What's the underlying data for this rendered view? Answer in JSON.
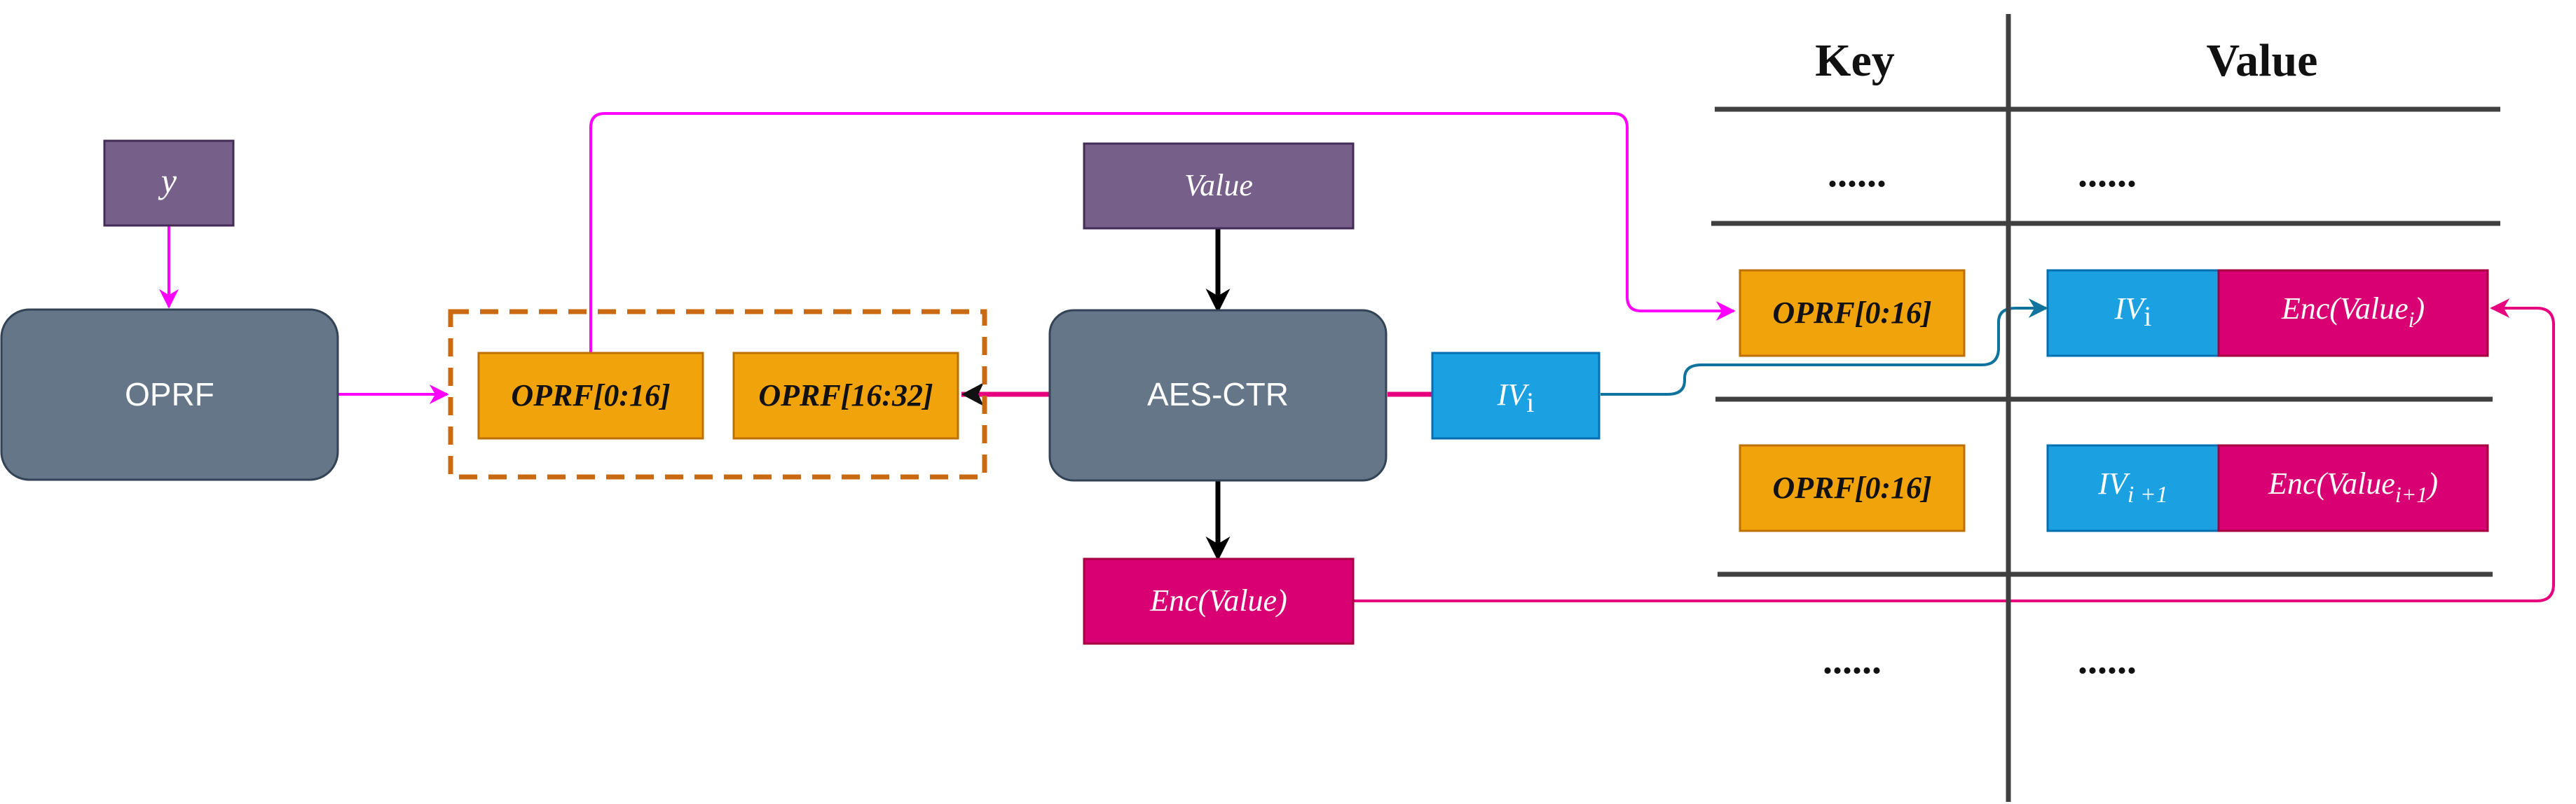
{
  "colors": {
    "purple_box": "#76608a",
    "slate_box": "#647687",
    "orange_box": "#f0a30a",
    "orange_border": "#bd7000",
    "blue_box": "#1ba1e2",
    "blue_line": "#10739e",
    "magenta_box": "#d80073",
    "magenta_line": "#ff00ff",
    "table_line": "#404040",
    "dashed_group": "#c96a13"
  },
  "nodes": {
    "y_input": "y",
    "oprf": "OPRF",
    "oprf_low": "OPRF[0:16]",
    "oprf_high": "OPRF[16:32]",
    "value_input": "Value",
    "aes_ctr": "AES-CTR",
    "iv_base": "IV",
    "iv_sub": "i",
    "enc_value": "Enc(Value)"
  },
  "table": {
    "header_key": "Key",
    "header_value": "Value",
    "ellipsis": "......",
    "row_i": {
      "key": "OPRF[0:16]",
      "iv_base": "IV",
      "iv_sub": "i",
      "enc_base": "Enc(Value",
      "enc_sub": "i",
      "enc_close": ")"
    },
    "row_i1": {
      "key": "OPRF[0:16]",
      "iv_base": "IV",
      "iv_sub": "i +1",
      "enc_base": "Enc(Value",
      "enc_sub": "i+1",
      "enc_close": ")"
    }
  }
}
